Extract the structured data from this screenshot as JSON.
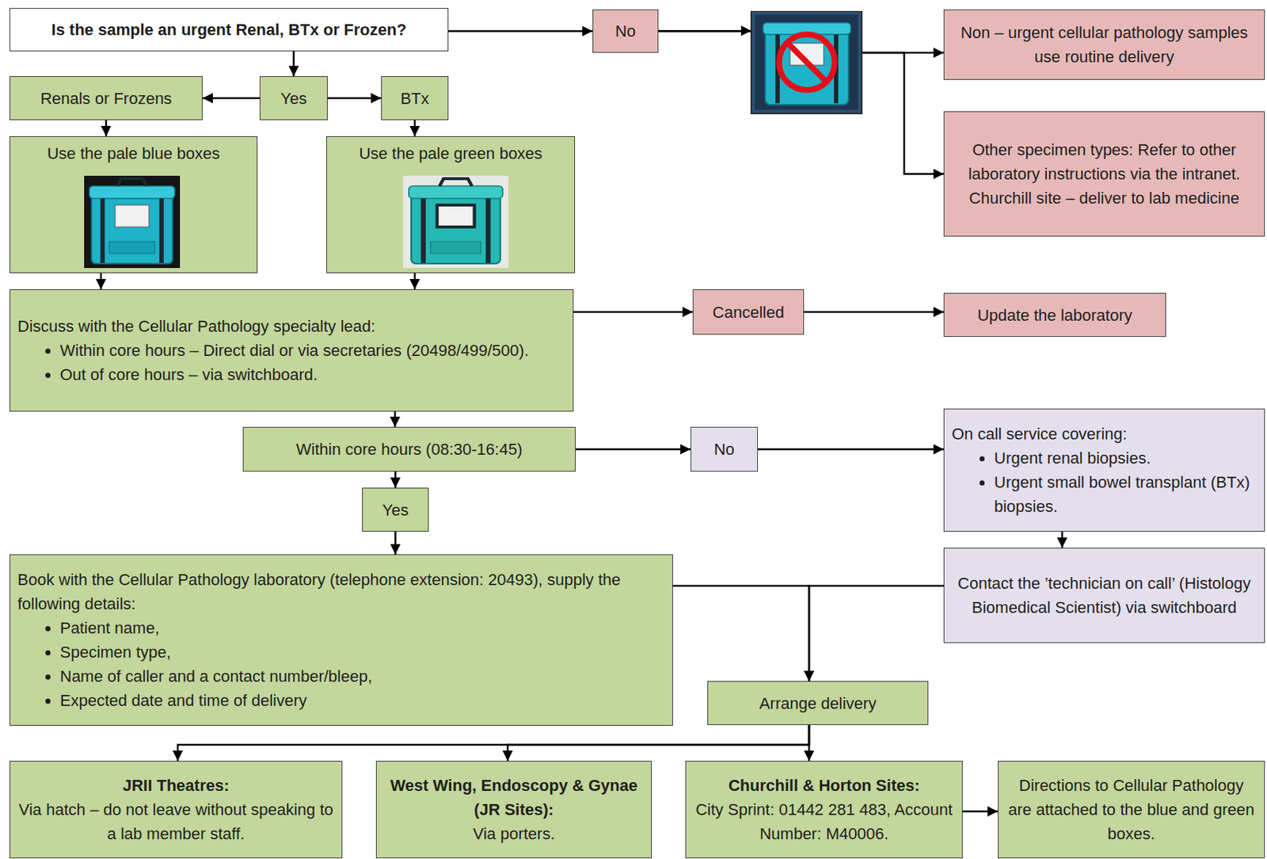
{
  "diagram": {
    "nodes": [
      {
        "text": [
          "Is the sample an urgent Renal, BTx or Frozen?"
        ]
      },
      {
        "text": [
          "No"
        ]
      },
      {
        "text": [
          "Non – urgent cellular pathology samples use routine delivery"
        ]
      },
      {
        "text": [
          "Other specimen types: Refer to other laboratory instructions via the intranet. Churchill site – deliver to lab medicine"
        ]
      },
      {
        "text": [
          "Renals or Frozens"
        ]
      },
      {
        "text": [
          "Yes"
        ]
      },
      {
        "text": [
          "BTx"
        ]
      },
      {
        "text": [
          "Use the pale blue boxes"
        ]
      },
      {
        "text": [
          "Use the pale green boxes"
        ]
      },
      {
        "text": [
          "Discuss with the Cellular Pathology specialty lead:",
          "Within core hours – Direct dial or via secretaries (20498/499/500).",
          "Out of core hours – via switchboard."
        ]
      },
      {
        "text": [
          "Cancelled"
        ]
      },
      {
        "text": [
          "Update the laboratory"
        ]
      },
      {
        "text": [
          "Within core hours (08:30-16:45)"
        ]
      },
      {
        "text": [
          "No"
        ]
      },
      {
        "text": [
          "On call service covering:",
          "Urgent renal biopsies.",
          "Urgent small bowel transplant (BTx) biopsies."
        ]
      },
      {
        "text": [
          "Yes"
        ]
      },
      {
        "text": [
          "Book with the Cellular Pathology laboratory (telephone extension: 20493), supply the following details:",
          "Patient name,",
          "Specimen type,",
          "Name of caller and a contact number/bleep,",
          "Expected date and time of delivery"
        ]
      },
      {
        "text": [
          "Contact the ’technician on call’ (Histology Biomedical Scientist) via switchboard"
        ]
      },
      {
        "text": [
          "Arrange delivery"
        ]
      },
      {
        "text": [
          "JRII Theatres:",
          "Via hatch – do not leave without speaking to a lab member staff."
        ]
      },
      {
        "text": [
          "West Wing, Endoscopy & Gynae (JR Sites):",
          "Via porters."
        ]
      },
      {
        "text": [
          "Churchill & Horton Sites:",
          "City Sprint: 01442 281 483, Account Number: M40006."
        ]
      },
      {
        "text": [
          "Directions to Cellular Pathology are attached to the blue and green boxes."
        ]
      }
    ],
    "edges": [
      {
        "from": 0,
        "to": 1,
        "arrow": "to"
      },
      {
        "from": 1,
        "to": 2,
        "arrow": "to"
      },
      {
        "from": 1,
        "to": 3,
        "arrow": "to"
      },
      {
        "from": 0,
        "to": 5,
        "arrow": "to"
      },
      {
        "from": 5,
        "to": 4,
        "arrow": "to"
      },
      {
        "from": 5,
        "to": 6,
        "arrow": "to"
      },
      {
        "from": 4,
        "to": 7,
        "arrow": "to"
      },
      {
        "from": 6,
        "to": 8,
        "arrow": "to"
      },
      {
        "from": 7,
        "to": 9,
        "arrow": "to"
      },
      {
        "from": 8,
        "to": 9,
        "arrow": "to"
      },
      {
        "from": 9,
        "to": 10,
        "arrow": "to"
      },
      {
        "from": 10,
        "to": 11,
        "arrow": "to"
      },
      {
        "from": 9,
        "to": 12,
        "arrow": "to"
      },
      {
        "from": 12,
        "to": 13,
        "arrow": "to"
      },
      {
        "from": 13,
        "to": 14,
        "arrow": "to"
      },
      {
        "from": 12,
        "to": 15,
        "arrow": "to"
      },
      {
        "from": 15,
        "to": 16,
        "arrow": "to"
      },
      {
        "from": 14,
        "to": 17,
        "arrow": "to"
      },
      {
        "from": 16,
        "to": 18,
        "arrow": "to"
      },
      {
        "from": 17,
        "to": 18,
        "arrow": "to"
      },
      {
        "from": 18,
        "to": 19,
        "arrow": "to"
      },
      {
        "from": 18,
        "to": 20,
        "arrow": "to"
      },
      {
        "from": 18,
        "to": 21,
        "arrow": "to"
      },
      {
        "from": 21,
        "to": 22,
        "arrow": "to"
      }
    ]
  }
}
